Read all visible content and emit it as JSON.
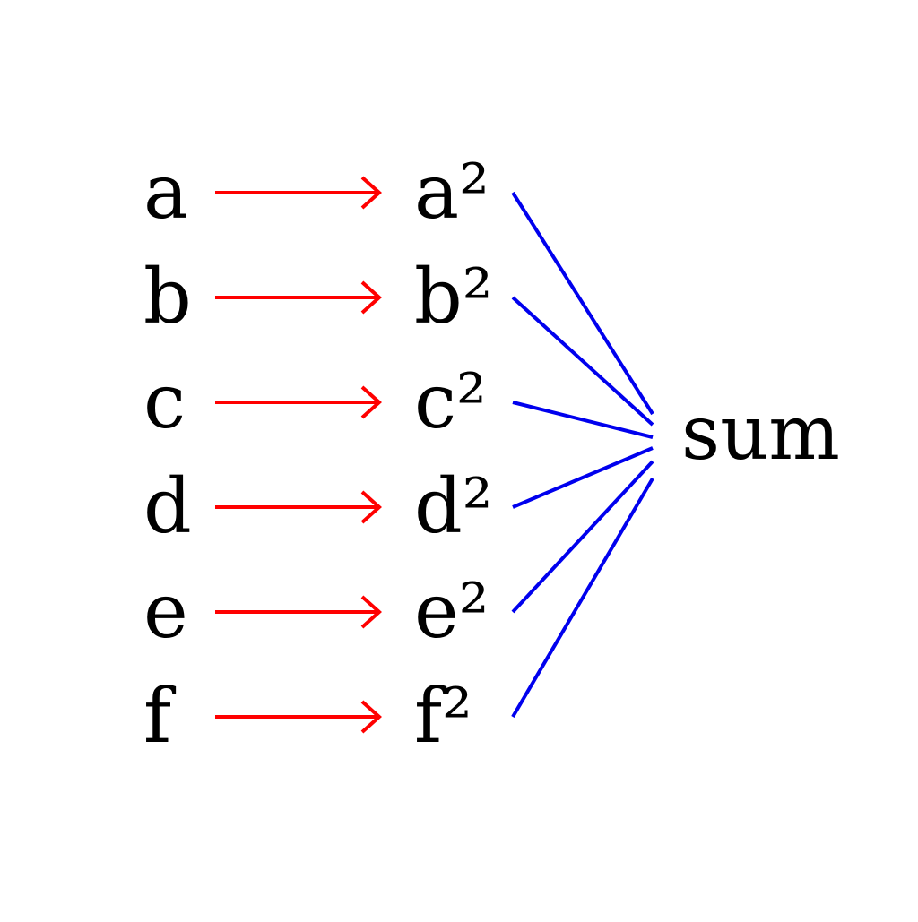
{
  "diagram": {
    "inputs": [
      "a",
      "b",
      "c",
      "d",
      "e",
      "f"
    ],
    "outputs": [
      "a²",
      "b²",
      "c²",
      "d²",
      "e²",
      "f²"
    ],
    "sum_label": "sum",
    "colors": {
      "arrow": "#ff0000",
      "connector": "#0000ee",
      "text": "#000000"
    }
  }
}
